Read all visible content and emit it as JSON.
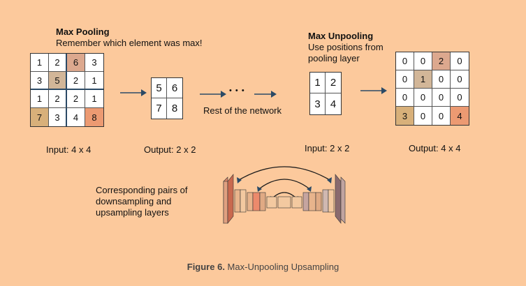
{
  "max_pooling": {
    "title": "Max Pooling",
    "subtitle": "Remember which element was max!",
    "input_grid": [
      [
        "1",
        "2",
        "6",
        "3"
      ],
      [
        "3",
        "5",
        "2",
        "1"
      ],
      [
        "1",
        "2",
        "2",
        "1"
      ],
      [
        "7",
        "3",
        "4",
        "8"
      ]
    ],
    "input_label": "Input: 4 x 4",
    "output_grid": [
      [
        "5",
        "6"
      ],
      [
        "7",
        "8"
      ]
    ],
    "output_label": "Output: 2 x 2"
  },
  "network": {
    "ellipsis": "• • •",
    "label": "Rest of the network"
  },
  "max_unpooling": {
    "title": "Max Unpooling",
    "subtitle_line1": "Use positions from",
    "subtitle_line2": "pooling layer",
    "input_grid": [
      [
        "1",
        "2"
      ],
      [
        "3",
        "4"
      ]
    ],
    "input_label": "Input: 2 x 2",
    "output_grid": [
      [
        "0",
        "0",
        "2",
        "0"
      ],
      [
        "0",
        "1",
        "0",
        "0"
      ],
      [
        "0",
        "0",
        "0",
        "0"
      ],
      [
        "3",
        "0",
        "0",
        "4"
      ]
    ],
    "output_label": "Output: 4 x 4"
  },
  "pairs_note": {
    "line1": "Corresponding pairs of",
    "line2": "downsampling and",
    "line3": "upsampling layers"
  },
  "caption": {
    "figure": "Figure 6.",
    "text": " Max-Unpooling Upsampling"
  },
  "colors": {
    "background": "#fcc99c",
    "highlight_6": "#dca88e",
    "highlight_5": "#d2b698",
    "highlight_7": "#d8b07a",
    "highlight_8": "#ec9a72"
  }
}
